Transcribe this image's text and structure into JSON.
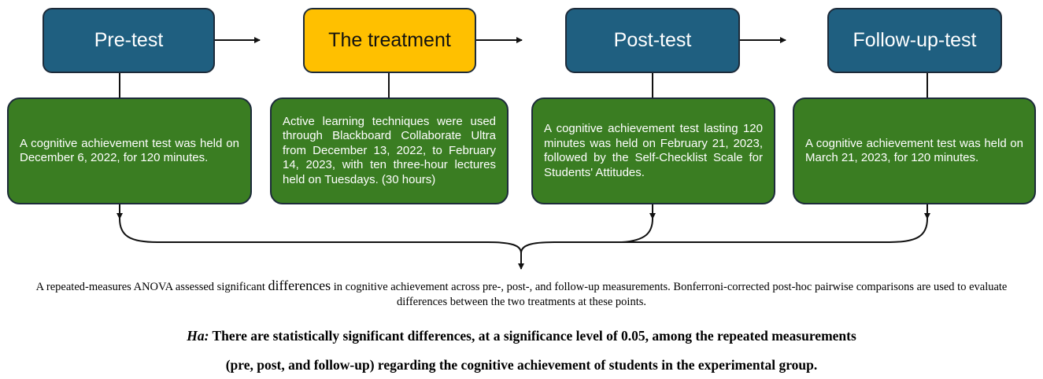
{
  "stages": [
    {
      "label": "Pre-test",
      "color": "#1f5f80"
    },
    {
      "label": "The treatment",
      "color": "#ffc000"
    },
    {
      "label": "Post-test",
      "color": "#1f5f80"
    },
    {
      "label": "Follow-up-test",
      "color": "#1f5f80"
    }
  ],
  "descriptions": [
    "A cognitive achievement test was held on December 6, 2022, for 120 minutes.",
    "Active learning techniques were used through Blackboard Collaborate Ultra from December 13, 2022, to February 14, 2023, with ten three-hour lectures held on Tuesdays. (30 hours)",
    "A cognitive achievement test lasting 120 minutes was held on February 21, 2023, followed by the Self-Checklist Scale for Students' Attitudes.",
    "A cognitive achievement test was held on March 21, 2023, for 120 minutes."
  ],
  "summary": {
    "part1": "A repeated-measures ANOVA assessed significant ",
    "emphasis": "differences",
    "part2": " in cognitive achievement across pre-, post-, and follow-up measurements. Bonferroni-corrected post-hoc pairwise comparisons are used to evaluate differences between the two treatments at these points."
  },
  "hypothesis": {
    "label": "Ha:",
    "line1": " There are statistically significant differences, at a significance level of 0.05, among the repeated measurements",
    "line2": "(pre, post, and follow-up) regarding the cognitive achievement of students in the experimental group."
  },
  "colors": {
    "green": "#3a7d22",
    "blue": "#1f5f80",
    "yellow": "#ffc000"
  }
}
